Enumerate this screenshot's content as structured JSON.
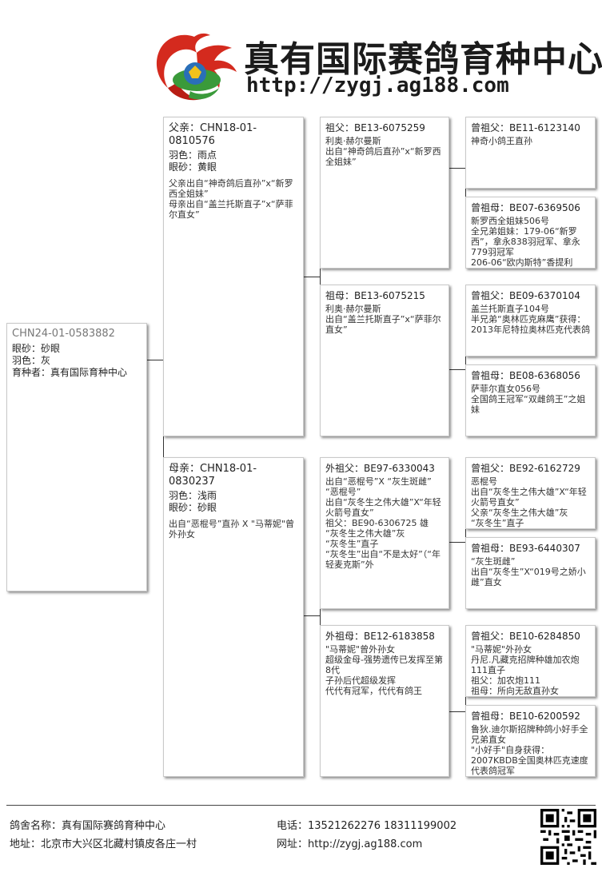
{
  "header": {
    "title": "真有国际赛鸽育种中心",
    "url": "http://zygj.ag188.com"
  },
  "subject": {
    "ring": "CHN24-01-0583882",
    "eye_label": "眼砂：",
    "eye": "砂眼",
    "color_label": "羽色：",
    "color": "灰",
    "breeder_label": "育种者：",
    "breeder": "真有国际育种中心"
  },
  "sire": {
    "title": "父亲：CHN18-01-0810576",
    "color_label": "羽色：",
    "color": "雨点",
    "eye_label": "眼砂：",
    "eye": "黄眼",
    "note": "父亲出自“神奇鸽后直孙”x“新罗西全姐妹”\n母亲出自“盖兰托斯直子”x“萨菲尔直女”"
  },
  "dam": {
    "title": "母亲：CHN18-01-0830237",
    "color_label": "羽色：",
    "color": "浅雨",
    "eye_label": "眼砂：",
    "eye": "砂眼",
    "note": "出自“恶棍号”直孙 X \"马蒂妮\"曾外孙女"
  },
  "gp": [
    {
      "title": "祖父：BE13-6075259",
      "note": "利奥·赫尔曼斯\n出自“神奇鸽后直孙”x“新罗西全姐妹”"
    },
    {
      "title": "祖母：BE13-6075215",
      "note": "利奥·赫尔曼斯\n出自“盖兰托斯直子”x“萨菲尔直女”"
    },
    {
      "title": "外祖父：BE97-6330043",
      "note": "出自“恶棍号”X “灰生斑雌”\n“恶棍号”\n出自“灰冬生之伟大雄”X“年轻火箭号直女”\n祖父：BE90-6306725 雄\n“灰冬生之伟大雄”灰\n“灰冬生”直子\n“灰冬生”出自“不是太好”（“年轻麦克斯”外"
    },
    {
      "title": "外祖母：BE12-6183858",
      "note": "\"马蒂妮\"曾外孙女\n  超级金母-强势遗传已发挥至第8代\n子孙后代超级发挥\n代代有冠军，代代有鸽王"
    }
  ],
  "ggp": [
    {
      "title": "曾祖父：BE11-6123140",
      "note": "神奇小鸽王直孙"
    },
    {
      "title": "曾祖母：BE07-6369506",
      "note": "新罗西全姐妹506号\n全兄弟姐妹：179-06“新罗西”，拿永838羽冠军、拿永779羽冠军\n206-06“欧内斯特”香提利"
    },
    {
      "title": "曾祖父：BE09-6370104",
      "note": "盖兰托斯直子104号\n半兄弟“奥林匹克麻鹰”获得：2013年尼特拉奥林匹克代表鸽"
    },
    {
      "title": "曾祖母：BE08-6368056",
      "note": "萨菲尔直女056号\n全国鸽王冠军“双雌鸽王”之姐妹"
    },
    {
      "title": "曾祖父：BE92-6162729",
      "note": "恶棍号\n出自“灰冬生之伟大雄”X“年轻火箭号直女”\n父亲“灰冬生之伟大雄”灰\n“灰冬生”直子"
    },
    {
      "title": "曾祖母：BE93-6440307",
      "note": "“灰生斑雌”\n出自“灰冬生”X“019号之娇小雌”直女"
    },
    {
      "title": "曾祖父：BE10-6284850",
      "note": "\"马蒂妮\"外孙女\n丹尼.凡藏克招牌种雄加农炮111直子\n祖父：加农炮111\n祖母：所向无敌直孙女"
    },
    {
      "title": "曾祖母：BE10-6200592",
      "note": "鲁狄.迪尔斯招牌种鸽小好手全兄弟直女\n\"小好手\"自身获得：\n2007KBDB全国奥林匹克速度代表鸽冠军"
    }
  ],
  "footer": {
    "loft_label": "鸽舍名称：",
    "loft": "真有国际赛鸽育种中心",
    "address_label": "地址：",
    "address": "北京市大兴区北藏村镇皮各庄一村",
    "phone_label": "电话：",
    "phone": "13521262276 18311199002",
    "web_label": "网址：",
    "web": "http://zygj.ag188.com"
  },
  "colors": {
    "logo_red": "#d42a1e",
    "logo_green": "#3a9a3a",
    "logo_blue": "#2a6fb8",
    "logo_yellow": "#f2c21b"
  }
}
